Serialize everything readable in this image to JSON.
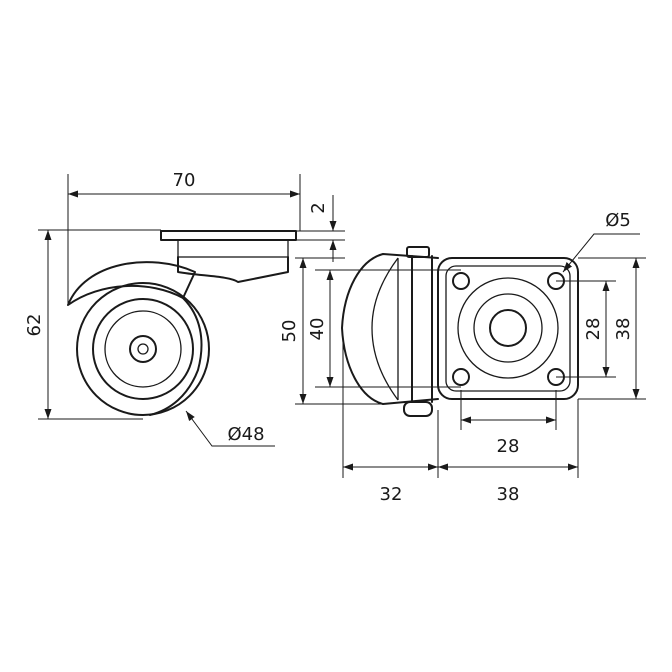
{
  "dimensions": {
    "width_total": "70",
    "plate_thickness": "2",
    "height_total": "62",
    "wheel_diameter": "Ø48",
    "height_top_view": "50",
    "hole_spacing_vertical": "40",
    "bolt_hole_diameter": "Ø5",
    "hole_spacing_right": "28",
    "plate_length_right": "38",
    "hole_spacing_bottom": "28",
    "offset_left": "32",
    "plate_width_bottom": "38"
  }
}
